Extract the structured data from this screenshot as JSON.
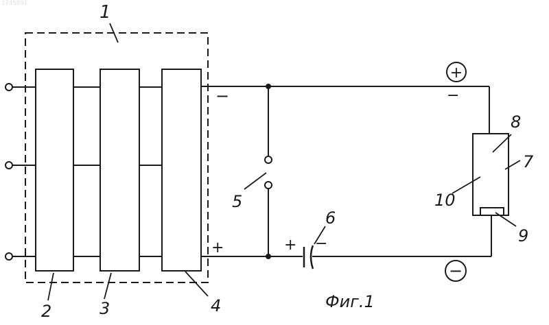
{
  "document": {
    "corner_id": "1745891"
  },
  "labels": {
    "l1": "1",
    "l2": "2",
    "l3": "3",
    "l4": "4",
    "l5": "5",
    "l6": "6",
    "l7": "7",
    "l8": "8",
    "l9": "9",
    "l10": "10"
  },
  "polarity": {
    "block_top": "−",
    "block_bottom": "+",
    "cap_left": "+",
    "cap_right": "−",
    "cell_top": "−",
    "terminal_plus": "+",
    "terminal_minus": "−"
  },
  "caption": "Фиг.1",
  "colors": {
    "ink": "#1a1a1a",
    "paper": "#ffffff"
  }
}
